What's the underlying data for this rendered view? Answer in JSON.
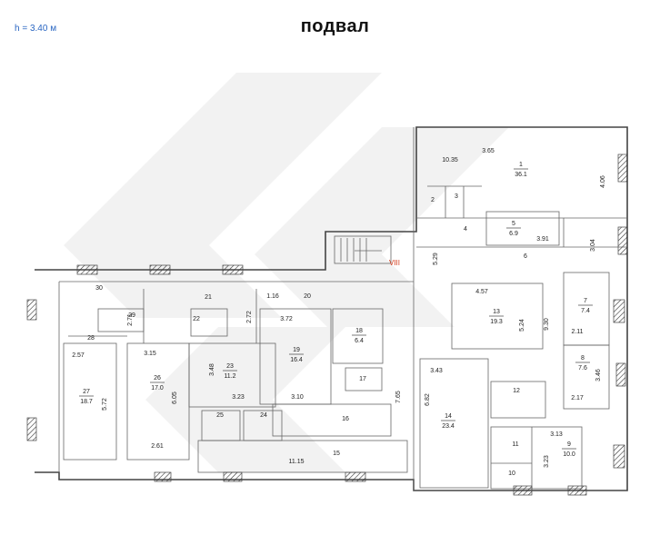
{
  "header": {
    "height_label": "h = 3.40 м",
    "title": "подвал"
  },
  "stair_mark": "VIII",
  "rooms": [
    {
      "num": "1",
      "area": "36.1"
    },
    {
      "num": "2",
      "area": ""
    },
    {
      "num": "3",
      "area": ""
    },
    {
      "num": "4",
      "area": ""
    },
    {
      "num": "5",
      "area": "6.9"
    },
    {
      "num": "6",
      "area": ""
    },
    {
      "num": "7",
      "area": "7.4"
    },
    {
      "num": "8",
      "area": "7.6"
    },
    {
      "num": "9",
      "area": "10.0"
    },
    {
      "num": "10",
      "area": ""
    },
    {
      "num": "11",
      "area": ""
    },
    {
      "num": "12",
      "area": ""
    },
    {
      "num": "13",
      "area": "19.3"
    },
    {
      "num": "14",
      "area": "23.4"
    },
    {
      "num": "15",
      "area": ""
    },
    {
      "num": "16",
      "area": ""
    },
    {
      "num": "17",
      "area": ""
    },
    {
      "num": "18",
      "area": "6.4"
    },
    {
      "num": "19",
      "area": "16.4"
    },
    {
      "num": "20",
      "area": ""
    },
    {
      "num": "21",
      "area": ""
    },
    {
      "num": "22",
      "area": ""
    },
    {
      "num": "23",
      "area": "11.2"
    },
    {
      "num": "24",
      "area": ""
    },
    {
      "num": "25",
      "area": ""
    },
    {
      "num": "26",
      "area": "17.0"
    },
    {
      "num": "27",
      "area": "18.7"
    },
    {
      "num": "28",
      "area": ""
    },
    {
      "num": "29",
      "area": ""
    },
    {
      "num": "30",
      "area": ""
    }
  ],
  "dimensions": [
    "10.35",
    "3.65",
    "4.06",
    "3.91",
    "3.04",
    "5.29",
    "4.57",
    "9.30",
    "5.24",
    "2.11",
    "3.46",
    "2.17",
    "3.13",
    "3.23",
    "3.43",
    "6.82",
    "7.65",
    "11.15",
    "3.10",
    "3.72",
    "1.16",
    "2.72",
    "3.48",
    "3.23",
    "6.05",
    "2.61",
    "3.15",
    "2.71",
    "2.57",
    "5.72"
  ]
}
